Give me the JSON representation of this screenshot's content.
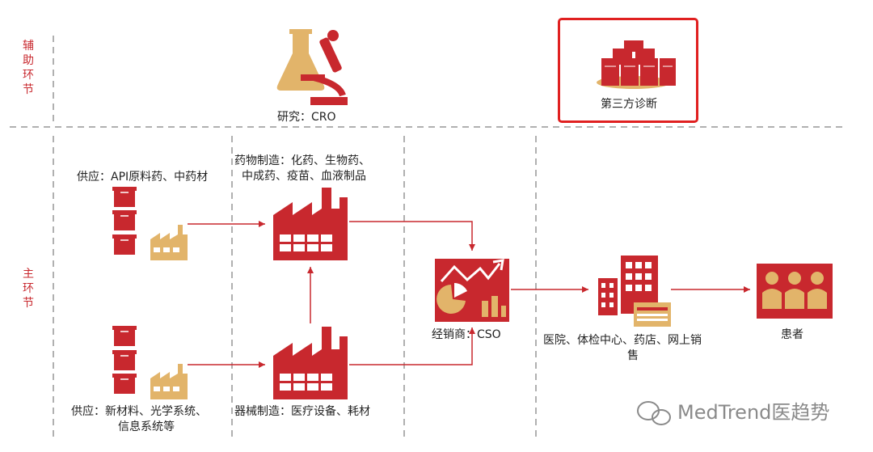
{
  "regions": {
    "auxiliary_label": "辅助环节",
    "main_label": "主环节"
  },
  "nodes": {
    "cro": {
      "label": "研究：CRO",
      "icon": "lab-flask-microscope-icon"
    },
    "third_party": {
      "label": "第三方诊断",
      "icon": "server-stack-icon"
    },
    "supply_api": {
      "label": "供应：API原料药、中药材",
      "icon": "factory-small-icon"
    },
    "supply_materials": {
      "label_line1": "供应：新材料、光学系统、",
      "label_line2": "信息系统等",
      "icon": "factory-small-icon"
    },
    "drug_mfg": {
      "label_line1": "药物制造：化药、生物药、",
      "label_line2": "中成药、疫苗、血液制品",
      "icon": "factory-icon"
    },
    "device_mfg": {
      "label": "器械制造：医疗设备、耗材",
      "icon": "factory-icon"
    },
    "cso": {
      "label": "经销商：CSO",
      "icon": "sales-chart-icon"
    },
    "hospital": {
      "label_line1": "医院、体检中心、药店、网上销",
      "label_line2": "售",
      "icon": "hospital-building-icon"
    },
    "patients": {
      "label": "患者",
      "icon": "patients-group-icon"
    }
  },
  "watermark": {
    "text": "MedTrend医趋势",
    "icon": "wechat-icon"
  },
  "colors": {
    "red": "#c8282e",
    "gold": "#e2b46a",
    "gray_dash": "#b0b0b0",
    "highlight": "#e02020"
  }
}
